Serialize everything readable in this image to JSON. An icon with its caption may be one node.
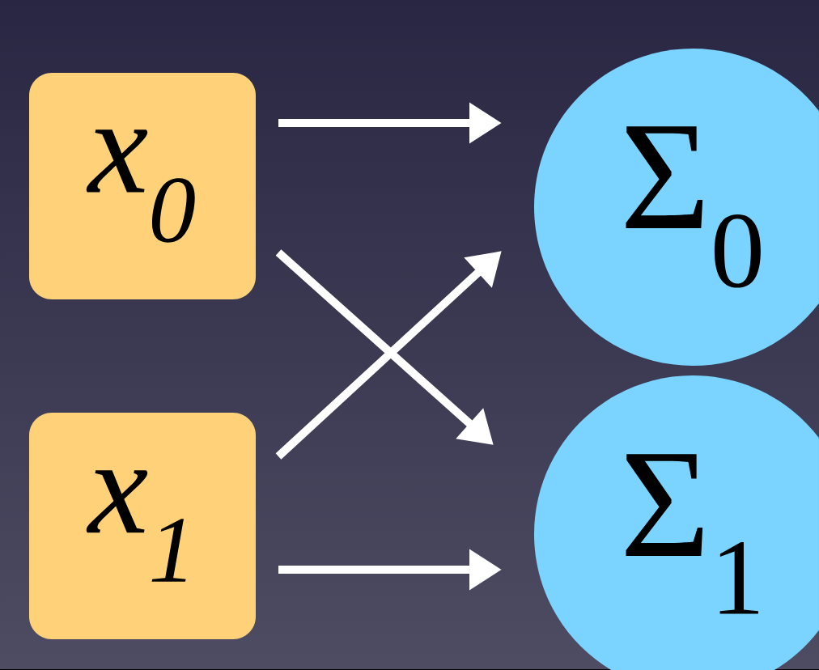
{
  "diagram": {
    "nodes": [
      {
        "text": [
          "x$_{0}$"
        ]
      },
      {
        "text": [
          "x$_{1}$"
        ]
      },
      {
        "text": [
          "Σ$_{0}$"
        ]
      },
      {
        "text": [
          "Σ$_{1}$"
        ]
      }
    ],
    "edges": [
      {
        "from": 0,
        "to": 2,
        "arrow": "to"
      },
      {
        "from": 0,
        "to": 3,
        "arrow": "to"
      },
      {
        "from": 1,
        "to": 2,
        "arrow": "to"
      },
      {
        "from": 1,
        "to": 3,
        "arrow": "to"
      }
    ]
  }
}
